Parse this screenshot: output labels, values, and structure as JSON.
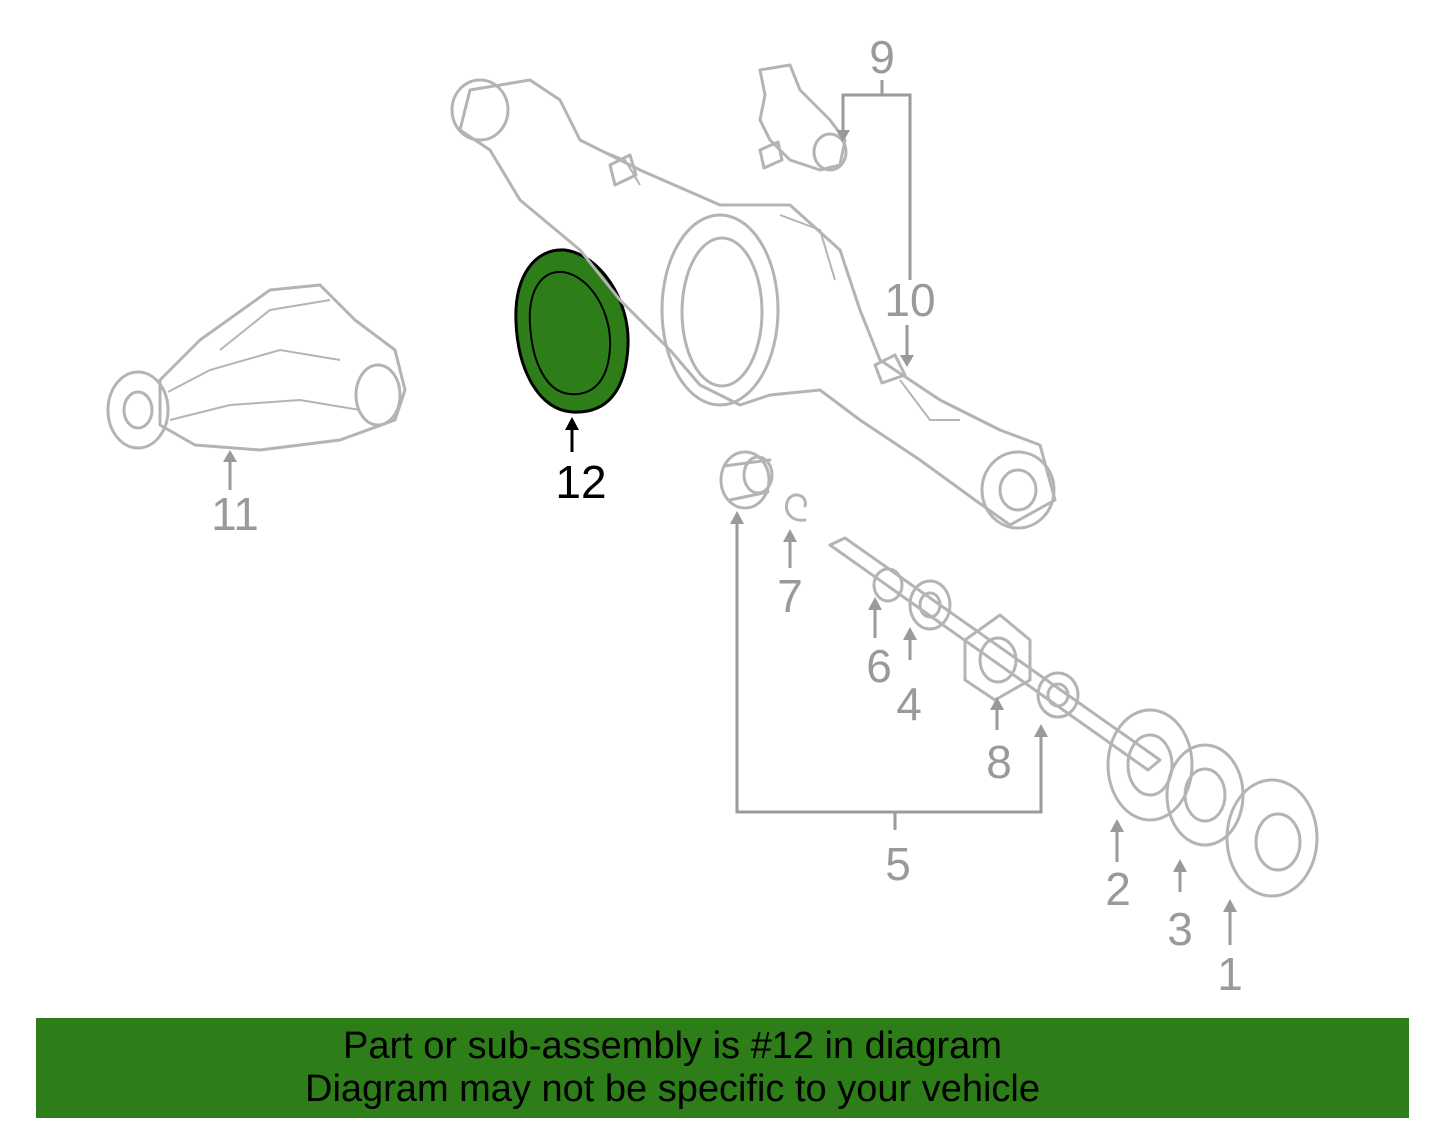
{
  "diagram": {
    "highlight_color": "#2d7d19",
    "callouts": [
      {
        "id": "1",
        "label": "1"
      },
      {
        "id": "2",
        "label": "2"
      },
      {
        "id": "3",
        "label": "3"
      },
      {
        "id": "4",
        "label": "4"
      },
      {
        "id": "5",
        "label": "5"
      },
      {
        "id": "6",
        "label": "6"
      },
      {
        "id": "7",
        "label": "7"
      },
      {
        "id": "8",
        "label": "8"
      },
      {
        "id": "9",
        "label": "9"
      },
      {
        "id": "10",
        "label": "10"
      },
      {
        "id": "11",
        "label": "11"
      },
      {
        "id": "12",
        "label": "12",
        "highlighted": true
      }
    ]
  },
  "banner": {
    "background": "#2d7d19",
    "line1": "Part or sub-assembly is #12 in diagram",
    "line2": "Diagram may not be specific to your vehicle"
  }
}
